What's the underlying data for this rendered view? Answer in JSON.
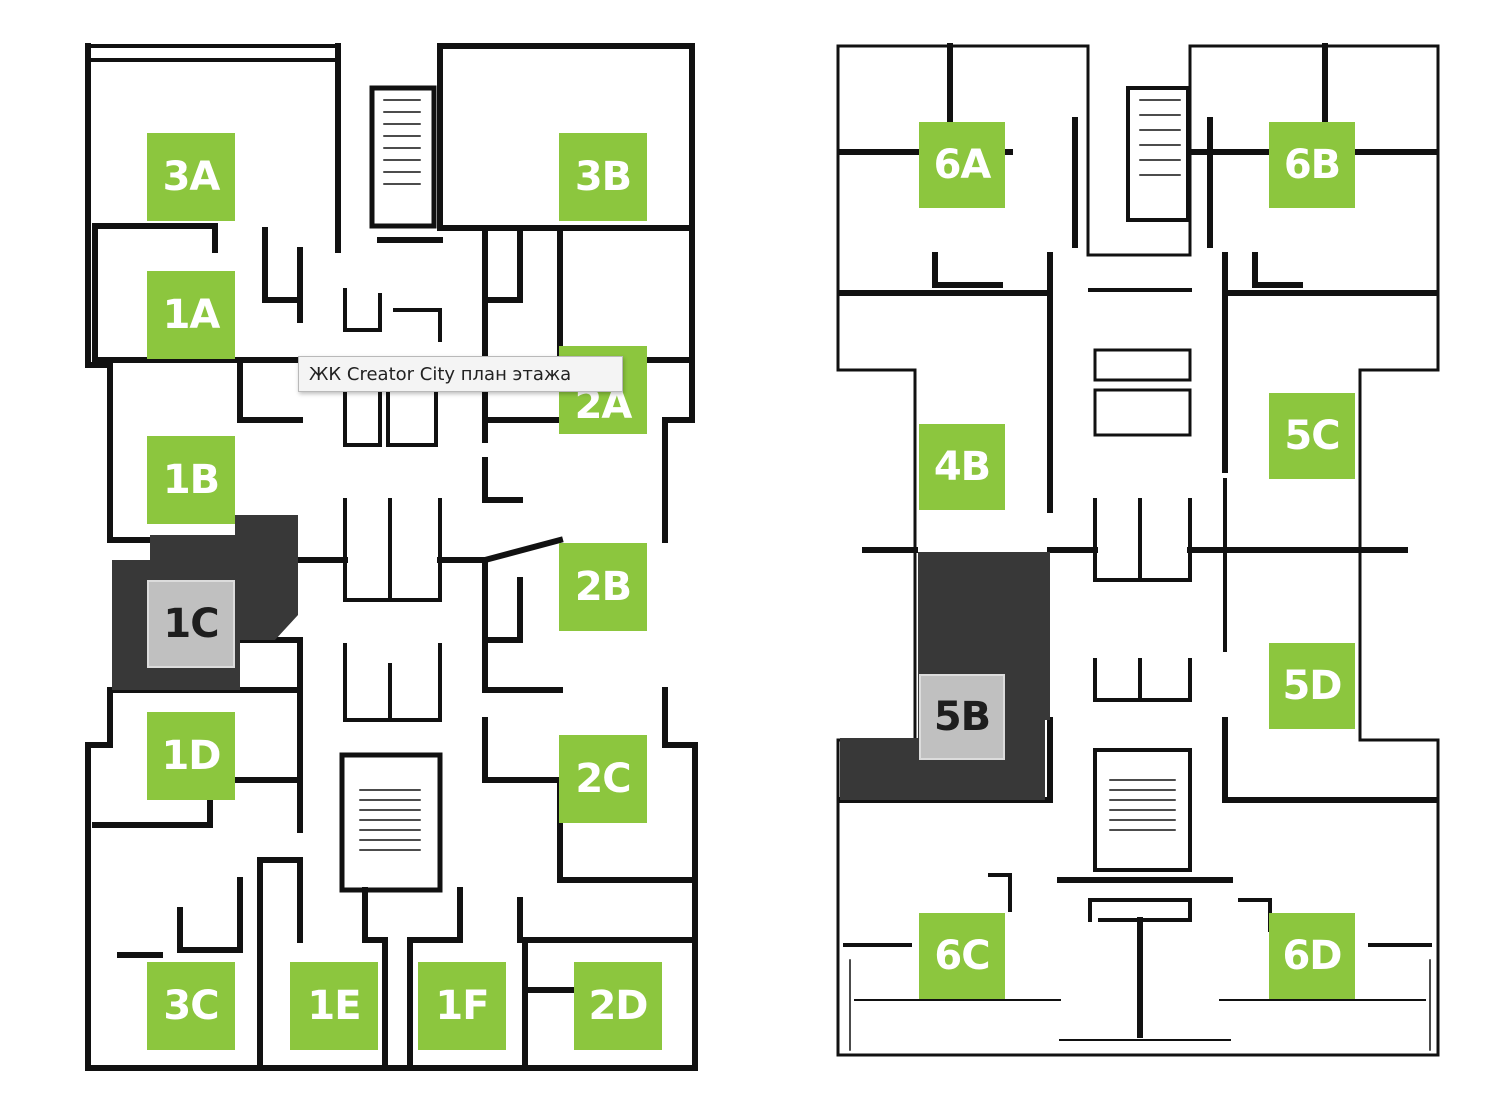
{
  "tooltip": "ЖК Creator City план этажа",
  "plans": [
    {
      "units": [
        {
          "label": "3A",
          "selected": false
        },
        {
          "label": "3B",
          "selected": false
        },
        {
          "label": "1A",
          "selected": false
        },
        {
          "label": "2A",
          "selected": false
        },
        {
          "label": "1B",
          "selected": false
        },
        {
          "label": "1C",
          "selected": true
        },
        {
          "label": "2B",
          "selected": false
        },
        {
          "label": "1D",
          "selected": false
        },
        {
          "label": "2C",
          "selected": false
        },
        {
          "label": "3C",
          "selected": false
        },
        {
          "label": "1E",
          "selected": false
        },
        {
          "label": "1F",
          "selected": false
        },
        {
          "label": "2D",
          "selected": false
        }
      ]
    },
    {
      "units": [
        {
          "label": "6A",
          "selected": false
        },
        {
          "label": "6B",
          "selected": false
        },
        {
          "label": "4B",
          "selected": false
        },
        {
          "label": "5C",
          "selected": false
        },
        {
          "label": "5B",
          "selected": true
        },
        {
          "label": "5D",
          "selected": false
        },
        {
          "label": "6C",
          "selected": false
        },
        {
          "label": "6D",
          "selected": false
        }
      ]
    }
  ],
  "colors": {
    "unit_badge": "#8cc63e",
    "selected_badge": "#c0c0c0",
    "selected_area": "#383838",
    "wall": "#111111"
  }
}
